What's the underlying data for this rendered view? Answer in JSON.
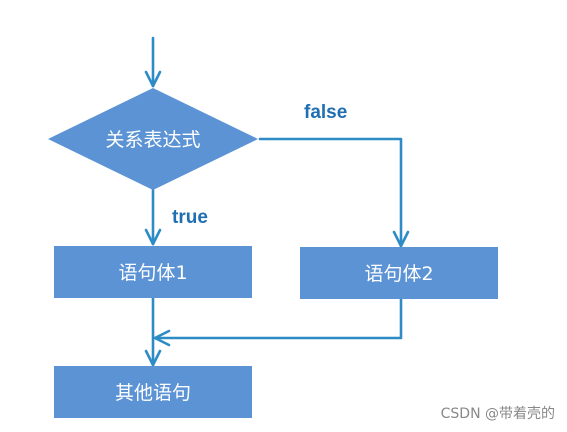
{
  "diagram": {
    "decision": {
      "label": "关系表达式"
    },
    "true_edge": {
      "label": "true"
    },
    "false_edge": {
      "label": "false"
    },
    "statement_1": {
      "label": "语句体1"
    },
    "statement_2": {
      "label": "语句体2"
    },
    "other_statement": {
      "label": "其他语句"
    }
  },
  "watermark": {
    "text": "CSDN @带着壳的"
  },
  "colors": {
    "shape_fill": "#5b93d5",
    "line": "#2d8bc6",
    "label_text": "#1f6fb2",
    "shape_text": "#ffffff",
    "watermark": "#888888"
  }
}
